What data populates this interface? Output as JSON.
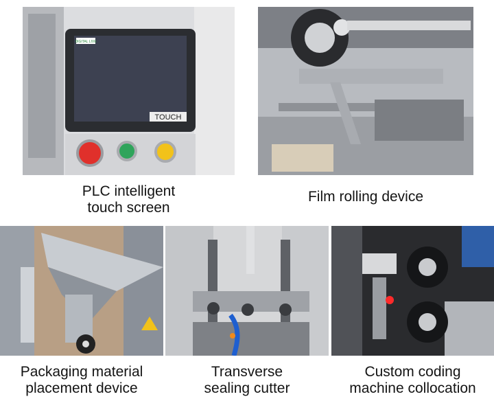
{
  "panels": [
    {
      "caption_lines": [
        "PLC intelligent",
        "touch screen"
      ],
      "screen_badge": "DIGITAL LIVE",
      "screen_label": "TOUCH"
    },
    {
      "caption_lines": [
        "Film rolling device"
      ]
    },
    {
      "caption_lines": [
        "Packaging material",
        "placement device"
      ]
    },
    {
      "caption_lines": [
        "Transverse",
        "sealing cutter"
      ]
    },
    {
      "caption_lines": [
        "Custom coding",
        "machine collocation"
      ]
    }
  ],
  "colors": {
    "button_red": "#e0302b",
    "button_green": "#2fa45b",
    "button_yellow": "#f2c21a",
    "screen": "#3d4151",
    "laser": "#ff2a2a"
  }
}
